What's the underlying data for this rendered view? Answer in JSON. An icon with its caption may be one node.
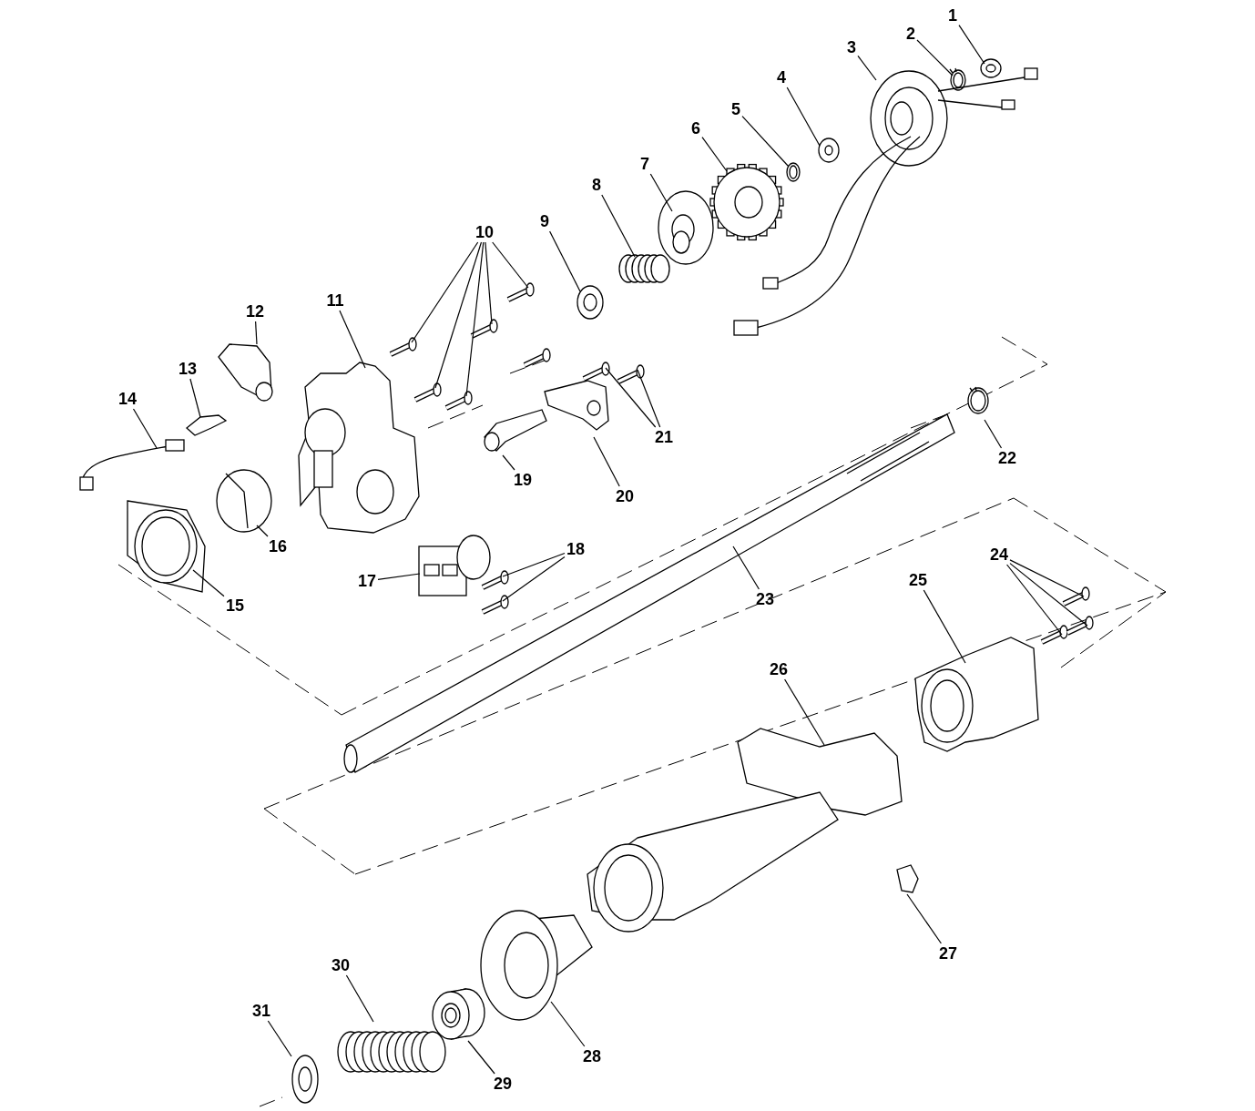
{
  "diagram": {
    "nodes": [
      {
        "text": [
          "1"
        ]
      },
      {
        "text": [
          "2"
        ]
      },
      {
        "text": [
          "3"
        ]
      },
      {
        "text": [
          "4"
        ]
      },
      {
        "text": [
          "5"
        ]
      },
      {
        "text": [
          "6"
        ]
      },
      {
        "text": [
          "7"
        ]
      },
      {
        "text": [
          "8"
        ]
      },
      {
        "text": [
          "9"
        ]
      },
      {
        "text": [
          "10"
        ]
      },
      {
        "text": [
          "11"
        ]
      },
      {
        "text": [
          "12"
        ]
      },
      {
        "text": [
          "13"
        ]
      },
      {
        "text": [
          "14"
        ]
      },
      {
        "text": [
          "15"
        ]
      },
      {
        "text": [
          "16"
        ]
      },
      {
        "text": [
          "17"
        ]
      },
      {
        "text": [
          "18"
        ]
      },
      {
        "text": [
          "19"
        ]
      },
      {
        "text": [
          "20"
        ]
      },
      {
        "text": [
          "21"
        ]
      },
      {
        "text": [
          "22"
        ]
      },
      {
        "text": [
          "23"
        ]
      },
      {
        "text": [
          "24"
        ]
      },
      {
        "text": [
          "25"
        ]
      },
      {
        "text": [
          "26"
        ]
      },
      {
        "text": [
          "27"
        ]
      },
      {
        "text": [
          "28"
        ]
      },
      {
        "text": [
          "29"
        ]
      },
      {
        "text": [
          "30"
        ]
      },
      {
        "text": [
          "31"
        ]
      },
      {
        "text": [],
        "shape": "picture"
      },
      {
        "text": [],
        "shape": "picture"
      },
      {
        "text": [],
        "shape": "picture"
      },
      {
        "text": [],
        "shape": "picture"
      },
      {
        "text": [],
        "shape": "picture"
      },
      {
        "text": [],
        "shape": "picture"
      },
      {
        "text": [],
        "shape": "picture"
      },
      {
        "text": [],
        "shape": "picture"
      },
      {
        "text": [],
        "shape": "picture"
      },
      {
        "text": [],
        "shape": "picture"
      },
      {
        "text": [],
        "shape": "picture"
      },
      {
        "text": [],
        "shape": "picture"
      },
      {
        "text": [],
        "shape": "picture"
      },
      {
        "text": [],
        "shape": "picture"
      },
      {
        "text": [],
        "shape": "picture"
      },
      {
        "text": [],
        "shape": "picture"
      },
      {
        "text": [],
        "shape": "picture"
      },
      {
        "text": [],
        "shape": "picture"
      },
      {
        "text": [],
        "shape": "picture"
      },
      {
        "text": [],
        "shape": "picture"
      },
      {
        "text": [],
        "shape": "picture"
      },
      {
        "text": [],
        "shape": "picture"
      },
      {
        "text": [],
        "shape": "picture"
      },
      {
        "text": [],
        "shape": "picture"
      },
      {
        "text": [],
        "shape": "picture"
      },
      {
        "text": [],
        "shape": "picture"
      },
      {
        "text": [],
        "shape": "picture"
      },
      {
        "text": [],
        "shape": "picture"
      },
      {
        "text": [],
        "shape": "picture"
      },
      {
        "text": [],
        "shape": "picture"
      },
      {
        "text": [],
        "shape": "picture"
      },
      {
        "text": [],
        "shape": "picture"
      },
      {
        "text": [],
        "shape": "picture"
      },
      {
        "text": [],
        "shape": "picture"
      },
      {
        "text": [],
        "shape": "picture"
      },
      {
        "text": [],
        "shape": "picture"
      },
      {
        "text": [],
        "shape": "picture"
      },
      {
        "text": [],
        "shape": "picture"
      },
      {
        "text": [],
        "shape": "picture"
      }
    ],
    "edges": [
      {
        "from": 0,
        "to": 31,
        "arrow": "none"
      },
      {
        "from": 1,
        "to": 32,
        "arrow": "none"
      },
      {
        "from": 2,
        "to": 33,
        "arrow": "none"
      },
      {
        "from": 3,
        "to": 34,
        "arrow": "none"
      },
      {
        "from": 4,
        "to": 35,
        "arrow": "none"
      },
      {
        "from": 5,
        "to": 36,
        "arrow": "none"
      },
      {
        "from": 6,
        "to": 37,
        "arrow": "none"
      },
      {
        "from": 7,
        "to": 38,
        "arrow": "none"
      },
      {
        "from": 8,
        "to": 39,
        "arrow": "none"
      },
      {
        "from": 9,
        "to": 40,
        "arrow": "none"
      },
      {
        "from": 9,
        "to": 41,
        "arrow": "none"
      },
      {
        "from": 9,
        "to": 42,
        "arrow": "none"
      },
      {
        "from": 9,
        "to": 43,
        "arrow": "none"
      },
      {
        "from": 9,
        "to": 44,
        "arrow": "none"
      },
      {
        "from": 10,
        "to": 45,
        "arrow": "none"
      },
      {
        "from": 11,
        "to": 46,
        "arrow": "none"
      },
      {
        "from": 12,
        "to": 47,
        "arrow": "none"
      },
      {
        "from": 13,
        "to": 48,
        "arrow": "none"
      },
      {
        "from": 14,
        "to": 49,
        "arrow": "none"
      },
      {
        "from": 15,
        "to": 50,
        "arrow": "none"
      },
      {
        "from": 16,
        "to": 51,
        "arrow": "none"
      },
      {
        "from": 17,
        "to": 52,
        "arrow": "none"
      },
      {
        "from": 17,
        "to": 53,
        "arrow": "none"
      },
      {
        "from": 18,
        "to": 54,
        "arrow": "none"
      },
      {
        "from": 19,
        "to": 55,
        "arrow": "none"
      },
      {
        "from": 20,
        "to": 56,
        "arrow": "none"
      },
      {
        "from": 20,
        "to": 57,
        "arrow": "none"
      },
      {
        "from": 21,
        "to": 58,
        "arrow": "none"
      },
      {
        "from": 22,
        "to": 59,
        "arrow": "none"
      },
      {
        "from": 23,
        "to": 60,
        "arrow": "none"
      },
      {
        "from": 23,
        "to": 61,
        "arrow": "none"
      },
      {
        "from": 23,
        "to": 62,
        "arrow": "none"
      },
      {
        "from": 24,
        "to": 63,
        "arrow": "none"
      },
      {
        "from": 25,
        "to": 64,
        "arrow": "none"
      },
      {
        "from": 26,
        "to": 65,
        "arrow": "none"
      },
      {
        "from": 27,
        "to": 66,
        "arrow": "none"
      },
      {
        "from": 28,
        "to": 67,
        "arrow": "none"
      },
      {
        "from": 29,
        "to": 68,
        "arrow": "none"
      },
      {
        "from": 30,
        "to": 69,
        "arrow": "none"
      }
    ]
  }
}
